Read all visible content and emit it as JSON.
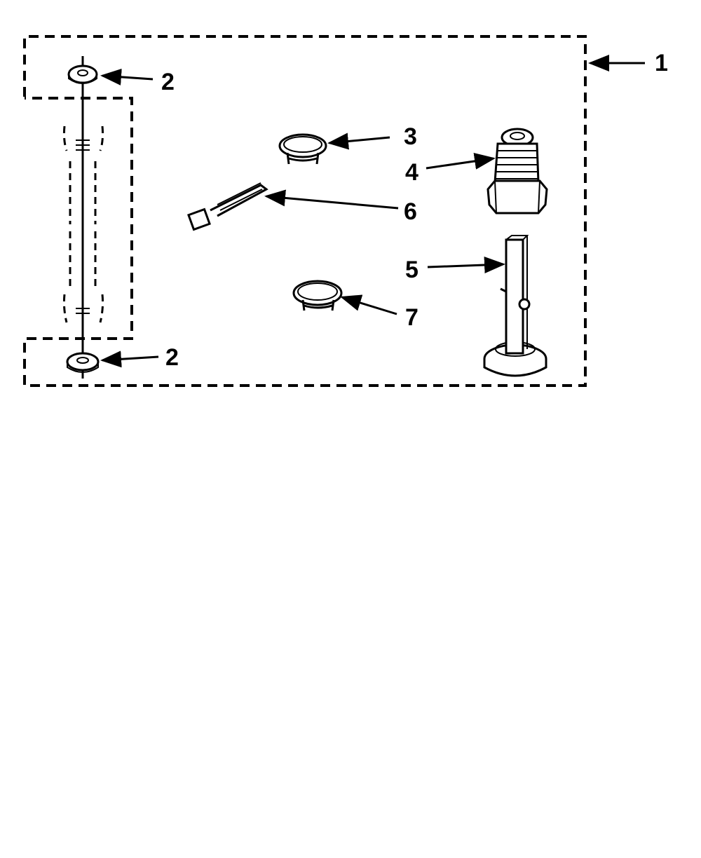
{
  "diagram": {
    "callouts": [
      "1",
      "2",
      "2",
      "3",
      "4",
      "5",
      "6",
      "7"
    ]
  },
  "colors": {
    "line": "#000000",
    "background": "#ffffff"
  }
}
